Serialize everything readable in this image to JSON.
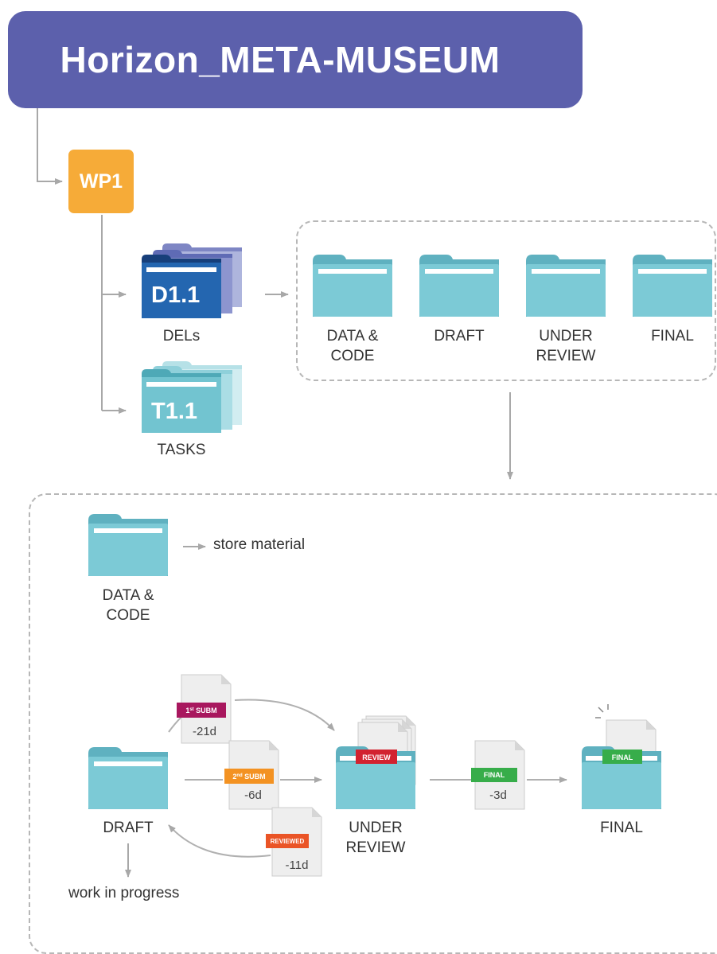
{
  "title": "Horizon_META-MUSEUM",
  "work_package": "WP1",
  "stack_labels": {
    "deliverable_code": "D1.1",
    "deliverable_caption": "DELs",
    "task_code": "T1.1",
    "task_caption": "TASKS"
  },
  "top_folders": [
    "DATA &\nCODE",
    "DRAFT",
    "UNDER\nREVIEW",
    "FINAL"
  ],
  "detail": {
    "data_code": {
      "label": "DATA &\nCODE",
      "note": "store material"
    },
    "draft": {
      "label": "DRAFT",
      "note": "work in progress"
    },
    "under_review": {
      "label": "UNDER\nREVIEW",
      "tag": "REVIEW"
    },
    "final": {
      "label": "FINAL",
      "tag": "FINAL"
    },
    "transitions": {
      "first_submission": {
        "tag_main": "1",
        "tag_sup": "st",
        "tag_rest": " SUBM",
        "days": "-21d"
      },
      "second_submission": {
        "tag_main": "2",
        "tag_sup": "nd",
        "tag_rest": " SUBM",
        "days": "-6d"
      },
      "reviewed": {
        "tag": "REVIEWED",
        "days": "-11d"
      },
      "final": {
        "tag": "FINAL",
        "days": "-3d"
      }
    }
  },
  "colors": {
    "header": "#5c60ac",
    "wp": "#f6ab38",
    "folder": "#7ccad6",
    "folder_tab": "#5fb1c0",
    "deliverable_stack": "#2466b0",
    "task_stack": "#72c4d0",
    "tag_1st": "#a8175e",
    "tag_2nd": "#f39222",
    "tag_review": "#d22230",
    "tag_reviewed": "#ea5426",
    "tag_final": "#37ad4a"
  }
}
